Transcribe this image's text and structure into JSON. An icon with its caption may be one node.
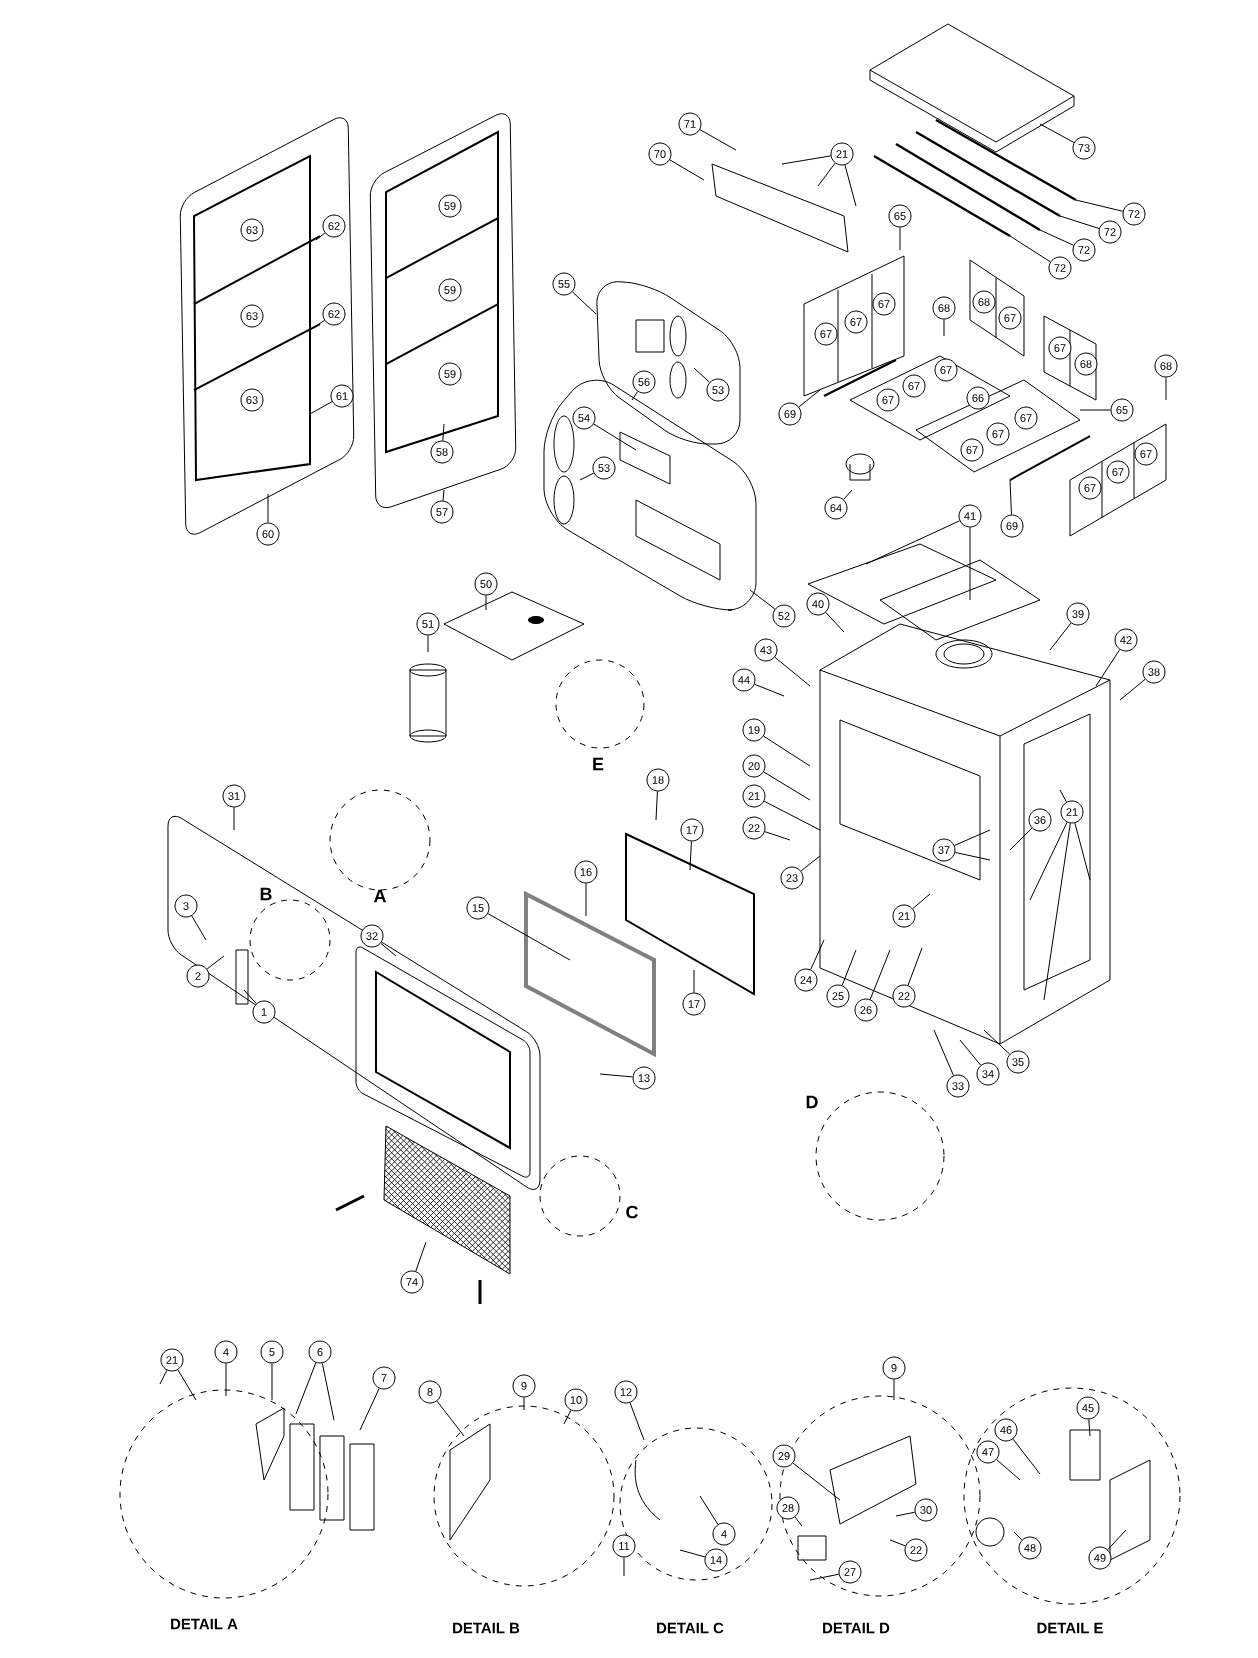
{
  "diagram": {
    "nodes": [
      {
        "text": [
          "71"
        ]
      },
      {
        "text": [
          "70"
        ]
      },
      {
        "text": [
          "21"
        ]
      },
      {
        "text": [
          "73"
        ]
      },
      {
        "text": [
          "72"
        ]
      },
      {
        "text": [
          "72"
        ]
      },
      {
        "text": [
          "72"
        ]
      },
      {
        "text": [
          "72"
        ]
      },
      {
        "text": [
          "65"
        ]
      },
      {
        "text": [
          "63"
        ]
      },
      {
        "text": [
          "62"
        ]
      },
      {
        "text": [
          "59"
        ]
      },
      {
        "text": [
          "55"
        ]
      },
      {
        "text": [
          "68"
        ]
      },
      {
        "text": [
          "68"
        ]
      },
      {
        "text": [
          "67"
        ]
      },
      {
        "text": [
          "67"
        ]
      },
      {
        "text": [
          "67"
        ]
      },
      {
        "text": [
          "67"
        ]
      },
      {
        "text": [
          "63"
        ]
      },
      {
        "text": [
          "62"
        ]
      },
      {
        "text": [
          "59"
        ]
      },
      {
        "text": [
          "68"
        ]
      },
      {
        "text": [
          "68"
        ]
      },
      {
        "text": [
          "67"
        ]
      },
      {
        "text": [
          "67"
        ]
      },
      {
        "text": [
          "67"
        ]
      },
      {
        "text": [
          "67"
        ]
      },
      {
        "text": [
          "56"
        ]
      },
      {
        "text": [
          "53"
        ]
      },
      {
        "text": [
          "63"
        ]
      },
      {
        "text": [
          "61"
        ]
      },
      {
        "text": [
          "59"
        ]
      },
      {
        "text": [
          "66"
        ]
      },
      {
        "text": [
          "65"
        ]
      },
      {
        "text": [
          "69"
        ]
      },
      {
        "text": [
          "67"
        ]
      },
      {
        "text": [
          "67"
        ]
      },
      {
        "text": [
          "67"
        ]
      },
      {
        "text": [
          "54"
        ]
      },
      {
        "text": [
          "58"
        ]
      },
      {
        "text": [
          "53"
        ]
      },
      {
        "text": [
          "67"
        ]
      },
      {
        "text": [
          "67"
        ]
      },
      {
        "text": [
          "67"
        ]
      },
      {
        "text": [
          "64"
        ]
      },
      {
        "text": [
          "41"
        ]
      },
      {
        "text": [
          "57"
        ]
      },
      {
        "text": [
          "69"
        ]
      },
      {
        "text": [
          "60"
        ]
      },
      {
        "text": [
          "50"
        ]
      },
      {
        "text": [
          "40"
        ]
      },
      {
        "text": [
          "39"
        ]
      },
      {
        "text": [
          "52"
        ]
      },
      {
        "text": [
          "51"
        ]
      },
      {
        "text": [
          "42"
        ]
      },
      {
        "text": [
          "43"
        ]
      },
      {
        "text": [
          "38"
        ]
      },
      {
        "text": [
          "44"
        ]
      },
      {
        "text": [
          "19"
        ]
      },
      {
        "text": [
          "20"
        ]
      },
      {
        "text": [
          "18"
        ]
      },
      {
        "text": [
          "21"
        ]
      },
      {
        "text": [
          "31"
        ]
      },
      {
        "text": [
          "21"
        ]
      },
      {
        "text": [
          "36"
        ]
      },
      {
        "text": [
          "22"
        ]
      },
      {
        "text": [
          "17"
        ]
      },
      {
        "text": [
          "37"
        ]
      },
      {
        "text": [
          "16"
        ]
      },
      {
        "text": [
          "23"
        ]
      },
      {
        "text": [
          "3"
        ]
      },
      {
        "text": [
          "15"
        ]
      },
      {
        "text": [
          "21"
        ]
      },
      {
        "text": [
          "32"
        ]
      },
      {
        "text": [
          "2"
        ]
      },
      {
        "text": [
          "24"
        ]
      },
      {
        "text": [
          "25"
        ]
      },
      {
        "text": [
          "22"
        ]
      },
      {
        "text": [
          "17"
        ]
      },
      {
        "text": [
          "26"
        ]
      },
      {
        "text": [
          "1"
        ]
      },
      {
        "text": [
          "35"
        ]
      },
      {
        "text": [
          "34"
        ]
      },
      {
        "text": [
          "13"
        ]
      },
      {
        "text": [
          "33"
        ]
      },
      {
        "text": [
          "74"
        ]
      },
      {
        "text": [
          "21"
        ]
      },
      {
        "text": [
          "4"
        ]
      },
      {
        "text": [
          "5"
        ]
      },
      {
        "text": [
          "6"
        ]
      },
      {
        "text": [
          "9"
        ]
      },
      {
        "text": [
          "7"
        ]
      },
      {
        "text": [
          "9"
        ]
      },
      {
        "text": [
          "8"
        ]
      },
      {
        "text": [
          "12"
        ]
      },
      {
        "text": [
          "10"
        ]
      },
      {
        "text": [
          "45"
        ]
      },
      {
        "text": [
          "46"
        ]
      },
      {
        "text": [
          "47"
        ]
      },
      {
        "text": [
          "29"
        ]
      },
      {
        "text": [
          "28"
        ]
      },
      {
        "text": [
          "30"
        ]
      },
      {
        "text": [
          "4"
        ]
      },
      {
        "text": [
          "11"
        ]
      },
      {
        "text": [
          "48"
        ]
      },
      {
        "text": [
          "22"
        ]
      },
      {
        "text": [
          "49"
        ]
      },
      {
        "text": [
          "14"
        ]
      },
      {
        "text": [
          "27"
        ]
      }
    ],
    "edges": [
      {
        "from": 0,
        "to": null,
        "arrow": "none"
      },
      {
        "from": 1,
        "to": null,
        "arrow": "none"
      },
      {
        "from": 2,
        "to": null,
        "arrow": "none"
      },
      {
        "from": 2,
        "to": null,
        "arrow": "none"
      },
      {
        "from": 2,
        "to": null,
        "arrow": "none"
      },
      {
        "from": 3,
        "to": null,
        "arrow": "none"
      },
      {
        "from": 4,
        "to": null,
        "arrow": "none"
      },
      {
        "from": 5,
        "to": null,
        "arrow": "none"
      },
      {
        "from": 6,
        "to": null,
        "arrow": "none"
      },
      {
        "from": 7,
        "to": null,
        "arrow": "none"
      },
      {
        "from": 8,
        "to": null,
        "arrow": "none"
      },
      {
        "from": 10,
        "to": null,
        "arrow": "none"
      },
      {
        "from": 12,
        "to": null,
        "arrow": "none"
      },
      {
        "from": 13,
        "to": null,
        "arrow": "none"
      },
      {
        "from": 20,
        "to": null,
        "arrow": "none"
      },
      {
        "from": 23,
        "to": null,
        "arrow": "none"
      },
      {
        "from": 28,
        "to": null,
        "arrow": "none"
      },
      {
        "from": 29,
        "to": null,
        "arrow": "none"
      },
      {
        "from": 31,
        "to": null,
        "arrow": "none"
      },
      {
        "from": 34,
        "to": null,
        "arrow": "none"
      },
      {
        "from": 35,
        "to": null,
        "arrow": "none"
      },
      {
        "from": 39,
        "to": null,
        "arrow": "none"
      },
      {
        "from": 40,
        "to": null,
        "arrow": "none"
      },
      {
        "from": 41,
        "to": null,
        "arrow": "none"
      },
      {
        "from": 45,
        "to": null,
        "arrow": "none"
      },
      {
        "from": 46,
        "to": null,
        "arrow": "none"
      },
      {
        "from": 46,
        "to": null,
        "arrow": "none"
      },
      {
        "from": 47,
        "to": null,
        "arrow": "none"
      },
      {
        "from": 48,
        "to": null,
        "arrow": "none"
      },
      {
        "from": 49,
        "to": null,
        "arrow": "none"
      },
      {
        "from": 50,
        "to": null,
        "arrow": "none"
      },
      {
        "from": 51,
        "to": null,
        "arrow": "none"
      },
      {
        "from": 52,
        "to": null,
        "arrow": "none"
      },
      {
        "from": 53,
        "to": null,
        "arrow": "none"
      },
      {
        "from": 54,
        "to": null,
        "arrow": "none"
      },
      {
        "from": 55,
        "to": null,
        "arrow": "none"
      },
      {
        "from": 56,
        "to": null,
        "arrow": "none"
      },
      {
        "from": 57,
        "to": null,
        "arrow": "none"
      },
      {
        "from": 58,
        "to": null,
        "arrow": "none"
      },
      {
        "from": 59,
        "to": null,
        "arrow": "none"
      },
      {
        "from": 60,
        "to": null,
        "arrow": "none"
      },
      {
        "from": 61,
        "to": null,
        "arrow": "none"
      },
      {
        "from": 62,
        "to": null,
        "arrow": "none"
      },
      {
        "from": 63,
        "to": null,
        "arrow": "none"
      },
      {
        "from": 64,
        "to": null,
        "arrow": "none"
      },
      {
        "from": 64,
        "to": null,
        "arrow": "none"
      },
      {
        "from": 64,
        "to": null,
        "arrow": "none"
      },
      {
        "from": 64,
        "to": null,
        "arrow": "none"
      },
      {
        "from": 65,
        "to": null,
        "arrow": "none"
      },
      {
        "from": 66,
        "to": null,
        "arrow": "none"
      },
      {
        "from": 67,
        "to": null,
        "arrow": "none"
      },
      {
        "from": 68,
        "to": null,
        "arrow": "none"
      },
      {
        "from": 68,
        "to": null,
        "arrow": "none"
      },
      {
        "from": 69,
        "to": null,
        "arrow": "none"
      },
      {
        "from": 70,
        "to": null,
        "arrow": "none"
      },
      {
        "from": 71,
        "to": null,
        "arrow": "none"
      },
      {
        "from": 72,
        "to": null,
        "arrow": "none"
      },
      {
        "from": 73,
        "to": null,
        "arrow": "none"
      },
      {
        "from": 74,
        "to": null,
        "arrow": "none"
      },
      {
        "from": 75,
        "to": null,
        "arrow": "none"
      },
      {
        "from": 76,
        "to": null,
        "arrow": "none"
      },
      {
        "from": 77,
        "to": null,
        "arrow": "none"
      },
      {
        "from": 78,
        "to": null,
        "arrow": "none"
      },
      {
        "from": 79,
        "to": null,
        "arrow": "none"
      },
      {
        "from": 80,
        "to": null,
        "arrow": "none"
      },
      {
        "from": 81,
        "to": null,
        "arrow": "none"
      },
      {
        "from": 82,
        "to": null,
        "arrow": "none"
      },
      {
        "from": 83,
        "to": null,
        "arrow": "none"
      },
      {
        "from": 84,
        "to": null,
        "arrow": "none"
      },
      {
        "from": 85,
        "to": null,
        "arrow": "none"
      },
      {
        "from": 86,
        "to": null,
        "arrow": "none"
      },
      {
        "from": 87,
        "to": null,
        "arrow": "none"
      },
      {
        "from": 87,
        "to": null,
        "arrow": "none"
      },
      {
        "from": 88,
        "to": null,
        "arrow": "none"
      },
      {
        "from": 89,
        "to": null,
        "arrow": "none"
      },
      {
        "from": 90,
        "to": null,
        "arrow": "none"
      },
      {
        "from": 90,
        "to": null,
        "arrow": "none"
      },
      {
        "from": 91,
        "to": null,
        "arrow": "none"
      },
      {
        "from": 92,
        "to": null,
        "arrow": "none"
      },
      {
        "from": 93,
        "to": null,
        "arrow": "none"
      },
      {
        "from": 94,
        "to": null,
        "arrow": "none"
      },
      {
        "from": 95,
        "to": null,
        "arrow": "none"
      },
      {
        "from": 96,
        "to": null,
        "arrow": "none"
      },
      {
        "from": 97,
        "to": null,
        "arrow": "none"
      },
      {
        "from": 98,
        "to": null,
        "arrow": "none"
      },
      {
        "from": 99,
        "to": null,
        "arrow": "none"
      },
      {
        "from": 100,
        "to": null,
        "arrow": "none"
      },
      {
        "from": 101,
        "to": null,
        "arrow": "none"
      },
      {
        "from": 102,
        "to": null,
        "arrow": "none"
      },
      {
        "from": 103,
        "to": null,
        "arrow": "none"
      },
      {
        "from": 104,
        "to": null,
        "arrow": "none"
      },
      {
        "from": 105,
        "to": null,
        "arrow": "none"
      },
      {
        "from": 106,
        "to": null,
        "arrow": "none"
      },
      {
        "from": 107,
        "to": null,
        "arrow": "none"
      },
      {
        "from": 108,
        "to": null,
        "arrow": "none"
      },
      {
        "from": 109,
        "to": null,
        "arrow": "none"
      }
    ],
    "labels": [
      "E",
      "B",
      "A",
      "D",
      "C",
      "DETAIL A",
      "DETAIL B",
      "DETAIL C",
      "DETAIL D",
      "DETAIL E"
    ]
  }
}
